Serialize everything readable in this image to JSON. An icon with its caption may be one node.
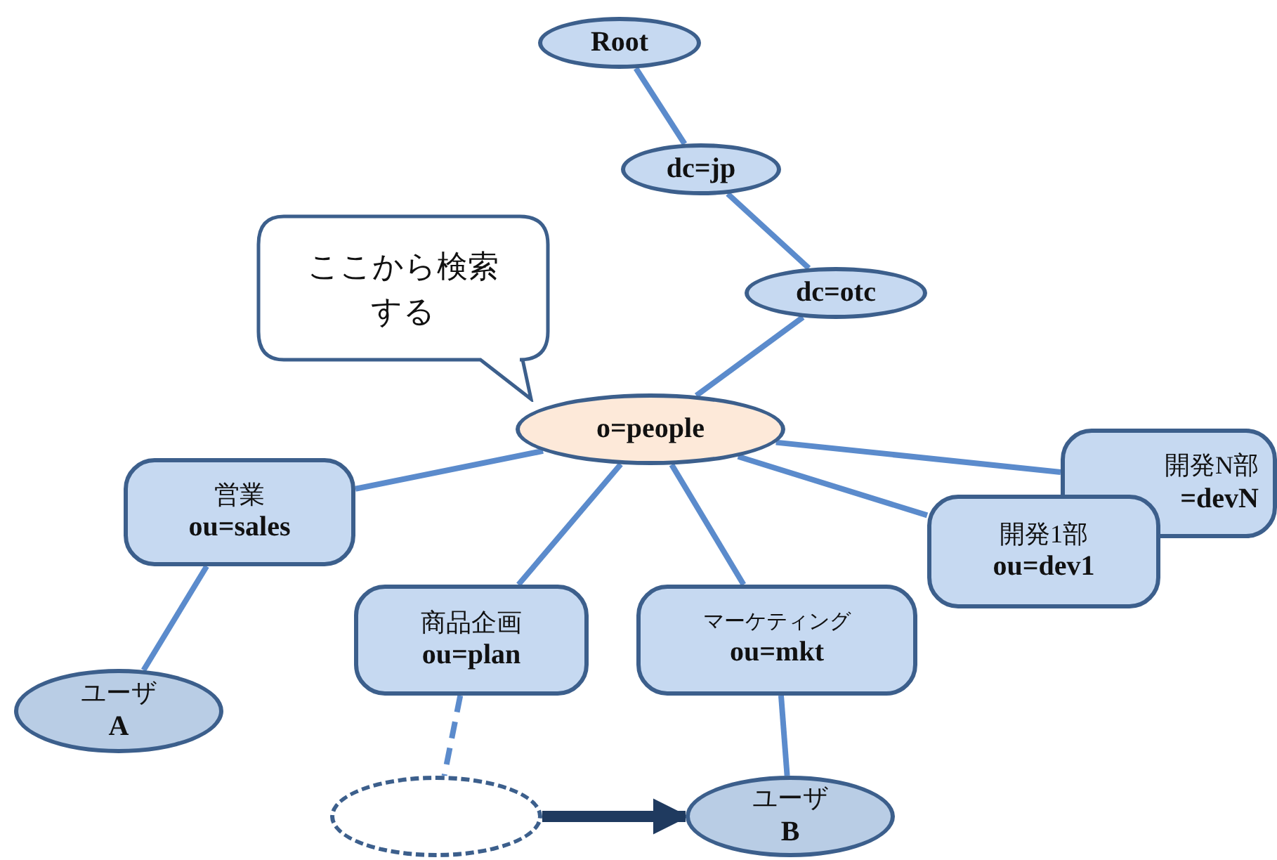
{
  "diagram": {
    "nodes": [
      {
        "text": [
          "Root"
        ]
      },
      {
        "text": [
          "dc=jp"
        ]
      },
      {
        "text": [
          "dc=otc"
        ]
      },
      {
        "text": [
          "ここから検索する"
        ]
      },
      {
        "text": [
          "o=people"
        ]
      },
      {
        "text": [
          "営業",
          "ou=sales"
        ]
      },
      {
        "text": [
          "開発N部",
          "=devN"
        ]
      },
      {
        "text": [
          "開発1部",
          "ou=dev1"
        ]
      },
      {
        "text": [
          "ユーザ",
          "A"
        ]
      },
      {
        "text": [
          "商品企画",
          "ou=plan"
        ]
      },
      {
        "text": [
          "マーケティング",
          "ou=mkt"
        ]
      },
      {
        "text": [],
        "shape": "ellipse"
      },
      {
        "text": [
          "ユーザ",
          "B"
        ]
      }
    ],
    "edges": [
      {
        "from": 0,
        "to": 1,
        "arrow": "none"
      },
      {
        "from": 1,
        "to": 2,
        "arrow": "none"
      },
      {
        "from": 2,
        "to": 4,
        "arrow": "none"
      },
      {
        "from": 4,
        "to": 5,
        "arrow": "none"
      },
      {
        "from": 4,
        "to": 6,
        "arrow": "none"
      },
      {
        "from": 4,
        "to": 7,
        "arrow": "none"
      },
      {
        "from": 4,
        "to": 9,
        "arrow": "none"
      },
      {
        "from": 4,
        "to": 10,
        "arrow": "none"
      },
      {
        "from": 5,
        "to": 8,
        "arrow": "none"
      },
      {
        "from": 9,
        "to": 11,
        "arrow": "none",
        "style": "dashed"
      },
      {
        "from": 10,
        "to": 12,
        "arrow": "none"
      },
      {
        "from": 11,
        "to": 12,
        "arrow": "to",
        "style": "thick",
        "color": "#1f3a5f"
      }
    ]
  }
}
